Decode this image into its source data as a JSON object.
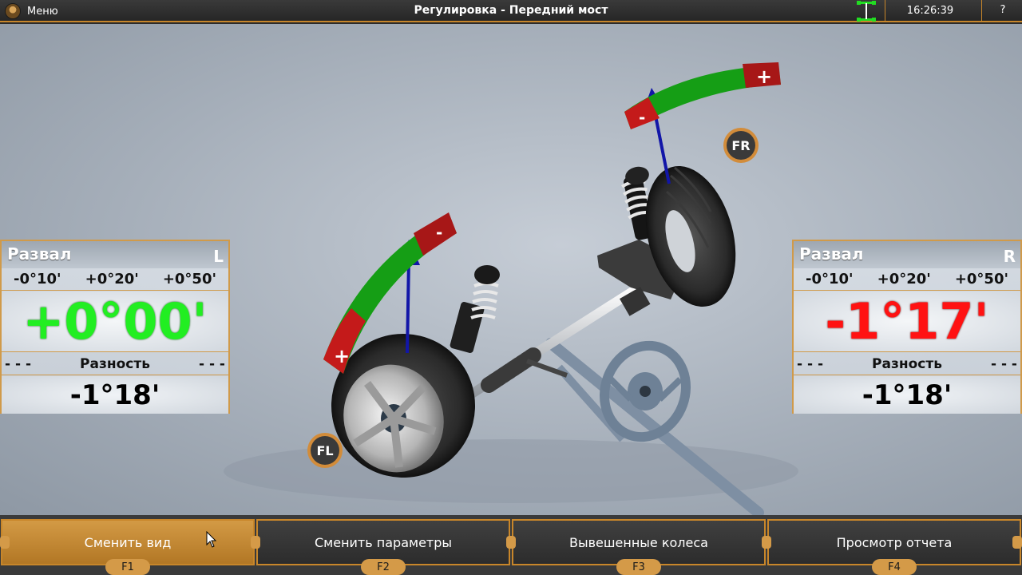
{
  "header": {
    "menu_label": "Меню",
    "title": "Регулировка - Передний мост",
    "clock": "16:26:39",
    "help_label": "?"
  },
  "wheels": {
    "front_left_label": "FL",
    "front_right_label": "FR"
  },
  "left_panel": {
    "title": "Развал",
    "side": "L",
    "range_min": "-0°10'",
    "range_mid": "+0°20'",
    "range_max": "+0°50'",
    "value": "+0°00'",
    "diff_dashes_left": "- - -",
    "diff_label": "Разность",
    "diff_dashes_right": "- - -",
    "diff_value": "-1°18'"
  },
  "right_panel": {
    "title": "Развал",
    "side": "R",
    "range_min": "-0°10'",
    "range_mid": "+0°20'",
    "range_max": "+0°50'",
    "value": "-1°17'",
    "diff_dashes_left": "- - -",
    "diff_label": "Разность",
    "diff_dashes_right": "- - -",
    "diff_value": "-1°18'"
  },
  "footer": {
    "buttons": [
      {
        "label": "Сменить вид",
        "key": "F1"
      },
      {
        "label": "Сменить параметры",
        "key": "F2"
      },
      {
        "label": "Вывешенные колеса",
        "key": "F3"
      },
      {
        "label": "Просмотр отчета",
        "key": "F4"
      }
    ]
  },
  "colors": {
    "accent": "#c8862a",
    "in_tolerance": "#22ee22",
    "out_of_tolerance": "#ff1212"
  }
}
